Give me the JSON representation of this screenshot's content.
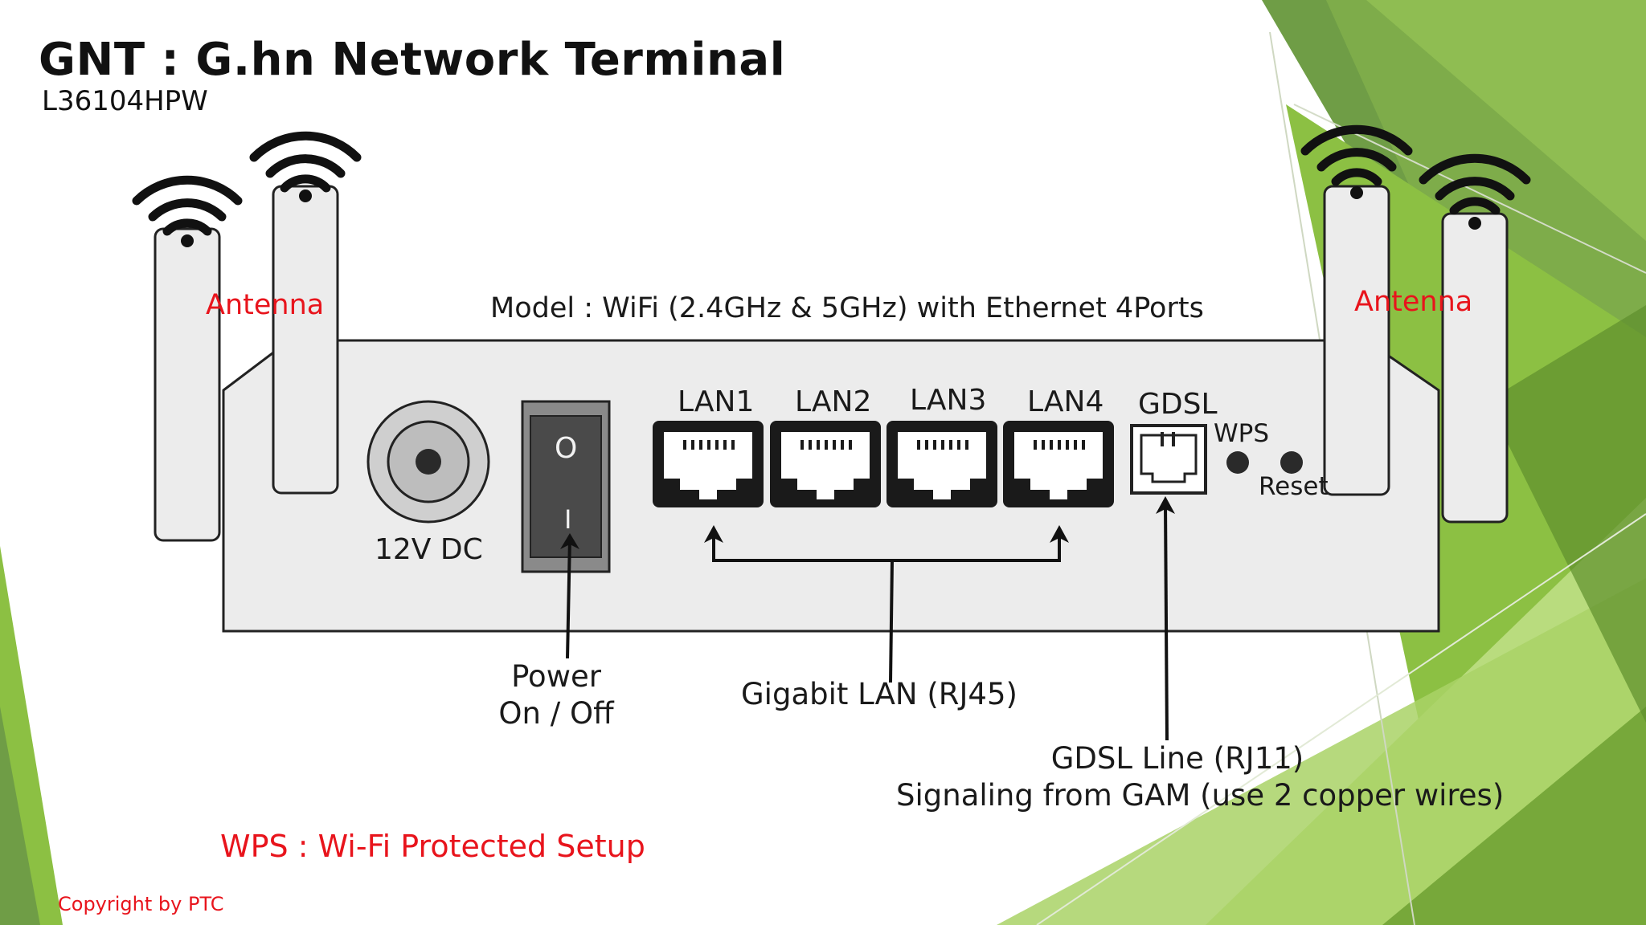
{
  "slide": {
    "title": "GNT : G.hn Network Terminal",
    "subtitle": "L36104HPW",
    "model_text": "Model : WiFi (2.4GHz & 5GHz) with Ethernet 4Ports",
    "copyright": "Copyright by PTC",
    "wps_definition": "WPS : Wi-Fi Protected Setup"
  },
  "diagram": {
    "antenna_left_label": "Antenna",
    "antenna_right_label": "Antenna",
    "power_jack_label": "12V DC",
    "switch_on_symbol": "O",
    "switch_off_symbol": "I",
    "lan_ports": [
      "LAN1",
      "LAN2",
      "LAN3",
      "LAN4"
    ],
    "gdsl_label": "GDSL",
    "wps_label": "WPS",
    "reset_label": "Reset",
    "power_callout": [
      "Power",
      "On / Off"
    ],
    "lan_callout": "Gigabit LAN (RJ45)",
    "gdsl_callout": [
      "GDSL Line (RJ11)",
      "Signaling from GAM (use 2 copper wires)"
    ]
  },
  "colors": {
    "accent_red": "#e8141c",
    "green_dark": "#5e8f2c",
    "green_mid": "#7cb342",
    "green_light": "#a5d26a",
    "device_fill": "#ececec"
  }
}
